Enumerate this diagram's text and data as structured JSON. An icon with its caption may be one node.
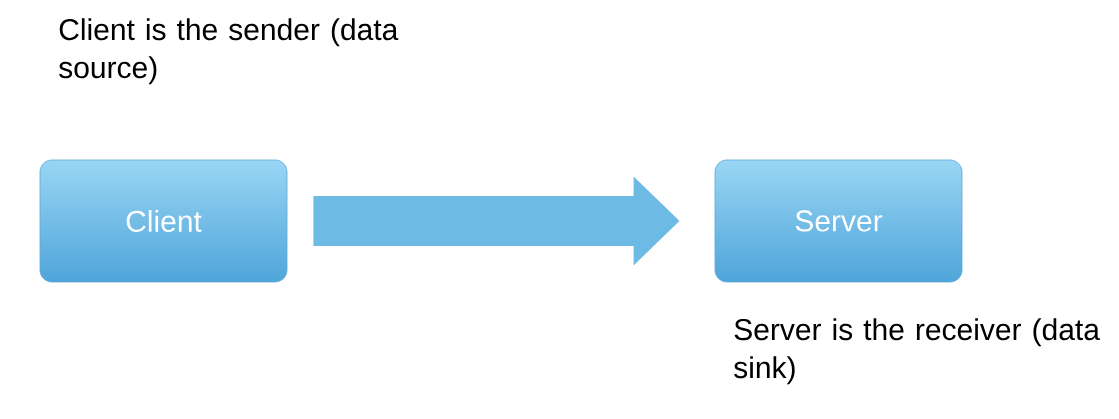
{
  "diagram": {
    "nodes": [
      {
        "text": [
          "Client"
        ],
        "beside": [
          "Client is the sender (data source)"
        ]
      },
      {
        "text": [
          "Server"
        ],
        "beside": [
          "Server is the receiver (data sink)"
        ]
      }
    ],
    "edges": [
      {
        "from": 0,
        "to": 1,
        "arrow": "to"
      }
    ]
  }
}
